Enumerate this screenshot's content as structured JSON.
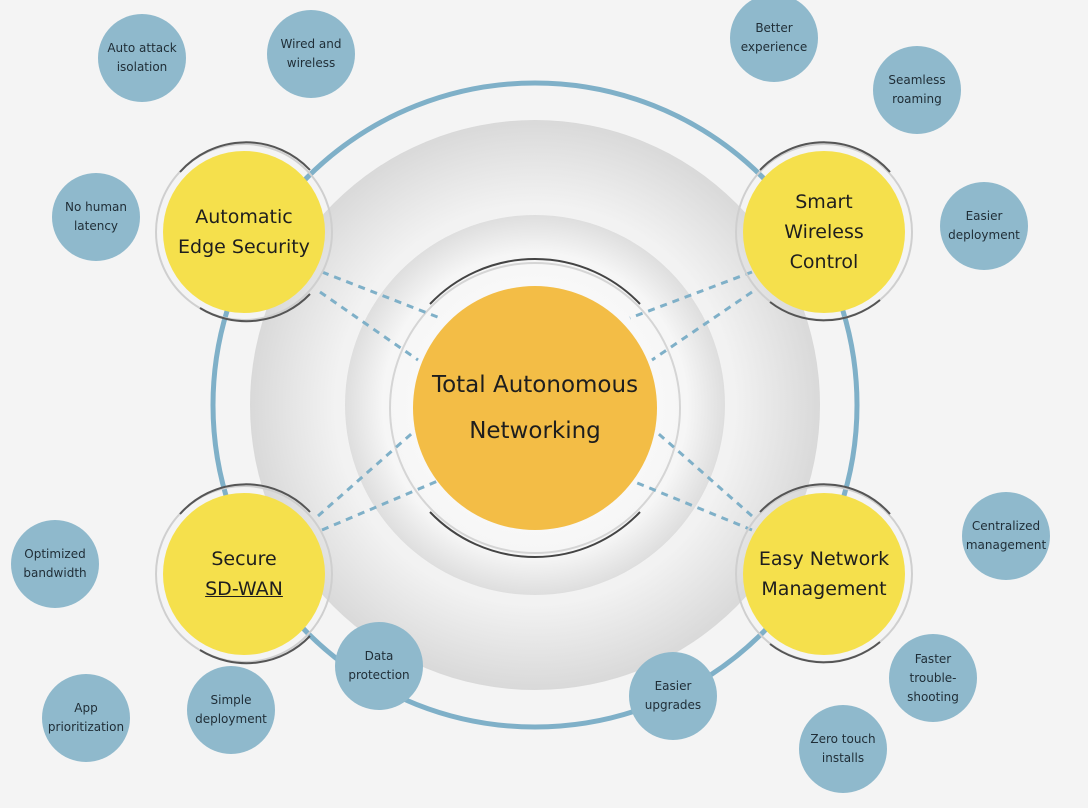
{
  "colors": {
    "background": "#f4f4f4",
    "core_fill": "#f3bd46",
    "pillar_fill": "#f5e04c",
    "benefit_fill": "#8fb9cc",
    "orbit_stroke": "#7fb0c8",
    "link_stroke": "#7fb0c8"
  },
  "core": {
    "label": "Total Autonomous\nNetworking"
  },
  "pillars": {
    "edge_security": {
      "label": "Automatic\nEdge Security"
    },
    "wireless": {
      "label": "Smart\nWireless\nControl"
    },
    "sdwan": {
      "line1": "Secure",
      "line2": "SD-WAN"
    },
    "management": {
      "label": "Easy Network\nManagement"
    }
  },
  "benefits": {
    "auto_attack": "Auto attack\nisolation",
    "wired_wireless": "Wired and\nwireless",
    "no_human_latency": "No human\nlatency",
    "better_experience": "Better\nexperience",
    "seamless_roaming": "Seamless\nroaming",
    "easier_deployment": "Easier\ndeployment",
    "optimized_bandwidth": "Optimized\nbandwidth",
    "app_prioritization": "App\nprioritization",
    "simple_deployment": "Simple\ndeployment",
    "data_protection": "Data\nprotection",
    "centralized_management": "Centralized\nmanagement",
    "faster_troubleshooting": "Faster\ntrouble-\nshooting",
    "easier_upgrades": "Easier\nupgrades",
    "zero_touch": "Zero touch\ninstalls"
  }
}
